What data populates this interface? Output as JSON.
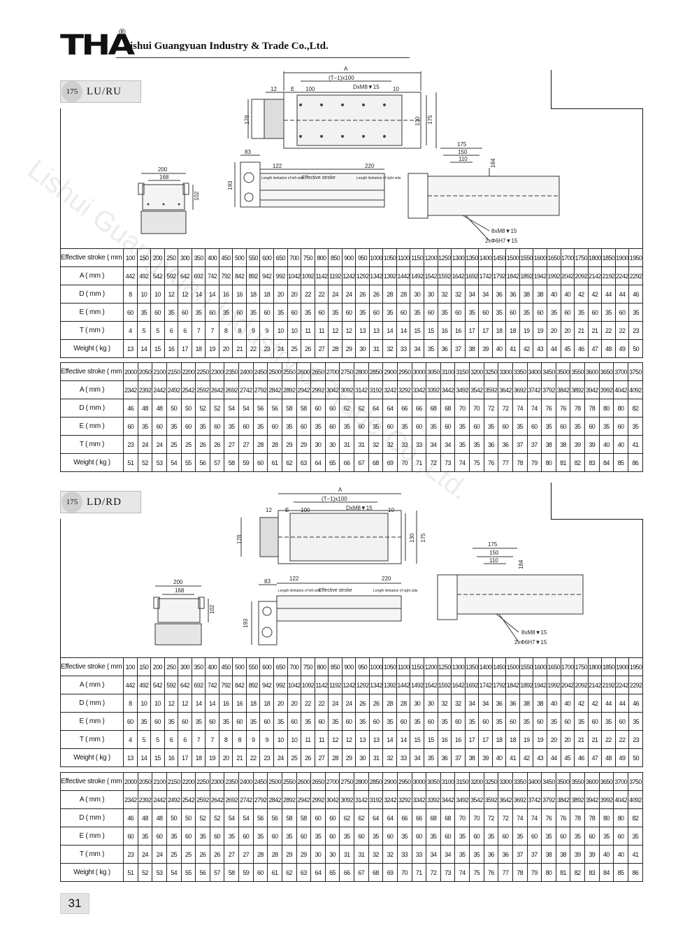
{
  "header": {
    "logo": "THA",
    "registered": "®",
    "company": "Lishui Guangyuan Industry & Trade Co.,Ltd."
  },
  "watermark": "Lishui Guangyuan Industry & Trade Co.,Ltd.",
  "sections": [
    {
      "num": "175",
      "name": "LU/RU"
    },
    {
      "num": "175",
      "name": "LD/RD"
    }
  ],
  "drawing_labels": {
    "A": "A",
    "T": "(T−1)x100",
    "D": "DxM8▼15",
    "d12": "12",
    "E": "E",
    "d100": "100",
    "d10": "10",
    "d178": "178",
    "d130": "130",
    "d175": "175",
    "d83": "83",
    "d122": "122",
    "d220": "220",
    "d193": "193",
    "d200": "200",
    "d168": "168",
    "d102": "102",
    "t175": "175",
    "t150": "150",
    "t110": "110",
    "d184": "184",
    "m8": "8xM8▼15",
    "h7": "2xΦ6H7▼15",
    "len_left": "Length limitation of left side",
    "eff": "Effective stroke",
    "len_right": "Length limitation of right side"
  },
  "row_labels": [
    "Effective stroke ( mm )",
    "A ( mm )",
    "D ( mm )",
    "E ( mm )",
    "T ( mm )",
    "Weight ( kg )"
  ],
  "table1": {
    "stroke": [
      100,
      150,
      200,
      250,
      300,
      350,
      400,
      450,
      500,
      550,
      600,
      650,
      700,
      750,
      800,
      850,
      900,
      950,
      1000,
      1050,
      1100,
      1150,
      1200,
      1250,
      1300,
      1350,
      1400,
      1450,
      1500,
      1550,
      1600,
      1650,
      1700,
      1750,
      1800,
      1850,
      1900,
      1950
    ],
    "A": [
      442,
      492,
      542,
      592,
      642,
      692,
      742,
      792,
      842,
      892,
      942,
      992,
      1042,
      1092,
      1142,
      1192,
      1242,
      1292,
      1342,
      1392,
      1442,
      1492,
      1542,
      1592,
      1642,
      1692,
      1742,
      1792,
      1842,
      1892,
      1942,
      1992,
      2042,
      2092,
      2142,
      2192,
      2242,
      2292
    ],
    "D": [
      8,
      10,
      10,
      12,
      12,
      14,
      14,
      16,
      16,
      18,
      18,
      20,
      20,
      22,
      22,
      24,
      24,
      26,
      26,
      28,
      28,
      30,
      30,
      32,
      32,
      34,
      34,
      36,
      36,
      38,
      38,
      40,
      40,
      42,
      42,
      44,
      44,
      46
    ],
    "E": [
      60,
      35,
      60,
      35,
      60,
      35,
      60,
      35,
      60,
      35,
      60,
      35,
      60,
      35,
      60,
      35,
      60,
      35,
      60,
      35,
      60,
      35,
      60,
      35,
      60,
      35,
      60,
      35,
      60,
      35,
      60,
      35,
      60,
      35,
      60,
      35,
      60,
      35
    ],
    "T": [
      4,
      5,
      5,
      6,
      6,
      7,
      7,
      8,
      8,
      9,
      9,
      10,
      10,
      11,
      11,
      12,
      12,
      13,
      13,
      14,
      14,
      15,
      15,
      16,
      16,
      17,
      17,
      18,
      18,
      19,
      19,
      20,
      20,
      21,
      21,
      22,
      22,
      23
    ],
    "W": [
      13,
      14,
      15,
      16,
      17,
      18,
      19,
      20,
      21,
      22,
      23,
      24,
      25,
      26,
      27,
      28,
      29,
      30,
      31,
      32,
      33,
      34,
      35,
      36,
      37,
      38,
      39,
      40,
      41,
      42,
      43,
      44,
      45,
      46,
      47,
      48,
      49,
      50
    ]
  },
  "table2": {
    "stroke": [
      2000,
      2050,
      2100,
      2150,
      2200,
      2250,
      2300,
      2350,
      2400,
      2450,
      2500,
      2550,
      2600,
      2650,
      2700,
      2750,
      2800,
      2850,
      2900,
      2950,
      3000,
      3050,
      3100,
      3150,
      3200,
      3250,
      3300,
      3350,
      3400,
      3450,
      3500,
      3550,
      3600,
      3650,
      3700,
      3750
    ],
    "A": [
      2342,
      2392,
      2442,
      2492,
      2542,
      2592,
      2642,
      2692,
      2742,
      2792,
      2842,
      2892,
      2942,
      2992,
      3042,
      3092,
      3142,
      3192,
      3242,
      3292,
      3342,
      3392,
      3442,
      3492,
      3542,
      3592,
      3642,
      3692,
      3742,
      3792,
      3842,
      3892,
      3942,
      3992,
      4042,
      4092
    ],
    "D": [
      46,
      48,
      48,
      50,
      50,
      52,
      52,
      54,
      54,
      56,
      56,
      58,
      58,
      60,
      60,
      62,
      62,
      64,
      64,
      66,
      66,
      68,
      68,
      70,
      70,
      72,
      72,
      74,
      74,
      76,
      76,
      78,
      78,
      80,
      80,
      82
    ],
    "E": [
      60,
      35,
      60,
      35,
      60,
      35,
      60,
      35,
      60,
      35,
      60,
      35,
      60,
      35,
      60,
      35,
      60,
      35,
      60,
      35,
      60,
      35,
      60,
      35,
      60,
      35,
      60,
      35,
      60,
      35,
      60,
      35,
      60,
      35,
      60,
      35
    ],
    "T": [
      23,
      24,
      24,
      25,
      25,
      26,
      26,
      27,
      27,
      28,
      28,
      29,
      29,
      30,
      30,
      31,
      31,
      32,
      32,
      33,
      33,
      34,
      34,
      35,
      35,
      36,
      36,
      37,
      37,
      38,
      38,
      39,
      39,
      40,
      40,
      41
    ],
    "W": [
      51,
      52,
      53,
      54,
      55,
      56,
      57,
      58,
      59,
      60,
      61,
      62,
      63,
      64,
      65,
      66,
      67,
      68,
      69,
      70,
      71,
      72,
      73,
      74,
      75,
      76,
      77,
      78,
      79,
      80,
      81,
      82,
      83,
      84,
      85,
      86
    ]
  },
  "page_number": "31"
}
